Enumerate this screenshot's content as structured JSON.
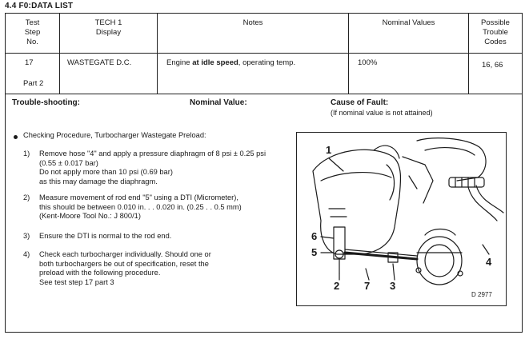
{
  "section": {
    "title": "4.4   F0:DATA LIST"
  },
  "table": {
    "headers": {
      "test_step": "Test\nStep\nNo.",
      "tech1": "TECH 1\nDisplay",
      "notes": "Notes",
      "nominal": "Nominal Values",
      "trouble": "Possible\nTrouble\nCodes"
    },
    "row": {
      "step": "17",
      "part": "Part 2",
      "display": "WASTEGATE D.C.",
      "notes_prefix": "Engine ",
      "notes_bold": "at idle speed",
      "notes_suffix": ", operating temp.",
      "nominal": "100%",
      "codes": "16, 66"
    }
  },
  "headings": {
    "troubleshooting": "Trouble-shooting:",
    "nominal_value": "Nominal Value:",
    "cause": "Cause of Fault:",
    "cause_note": "(If nominal value is not attained)"
  },
  "procedure": {
    "title": "Checking Procedure, Turbocharger Wastegate Preload:",
    "step1": {
      "num": "1)",
      "lines": [
        "Remove hose \"4\" and apply a pressure diaphragm of 8 psi ± 0.25 psi",
        "(0.55 ± 0.017 bar)",
        "Do not apply more than 10 psi (0.69 bar)",
        "as this may damage the diaphragm."
      ]
    },
    "step2": {
      "num": "2)",
      "lines": [
        "Measure movement of rod end \"5\" using a DTI (Micrometer),",
        "this should be between 0.010 in. . . 0.020 in. (0.25 . . 0.5 mm)",
        "(Kent-Moore Tool No.: J 800/1)"
      ]
    },
    "step3": {
      "num": "3)",
      "lines": [
        "Ensure the DTI is normal to the rod end."
      ]
    },
    "step4": {
      "num": "4)",
      "lines": [
        "Check each turbocharger individually. Should one or",
        "both turbochargers be out of specification, reset the",
        "preload with the following procedure.",
        "See test step 17 part 3"
      ]
    }
  },
  "figure": {
    "callouts": [
      "1",
      "2",
      "3",
      "4",
      "5",
      "6",
      "7"
    ],
    "code": "D 2977"
  }
}
